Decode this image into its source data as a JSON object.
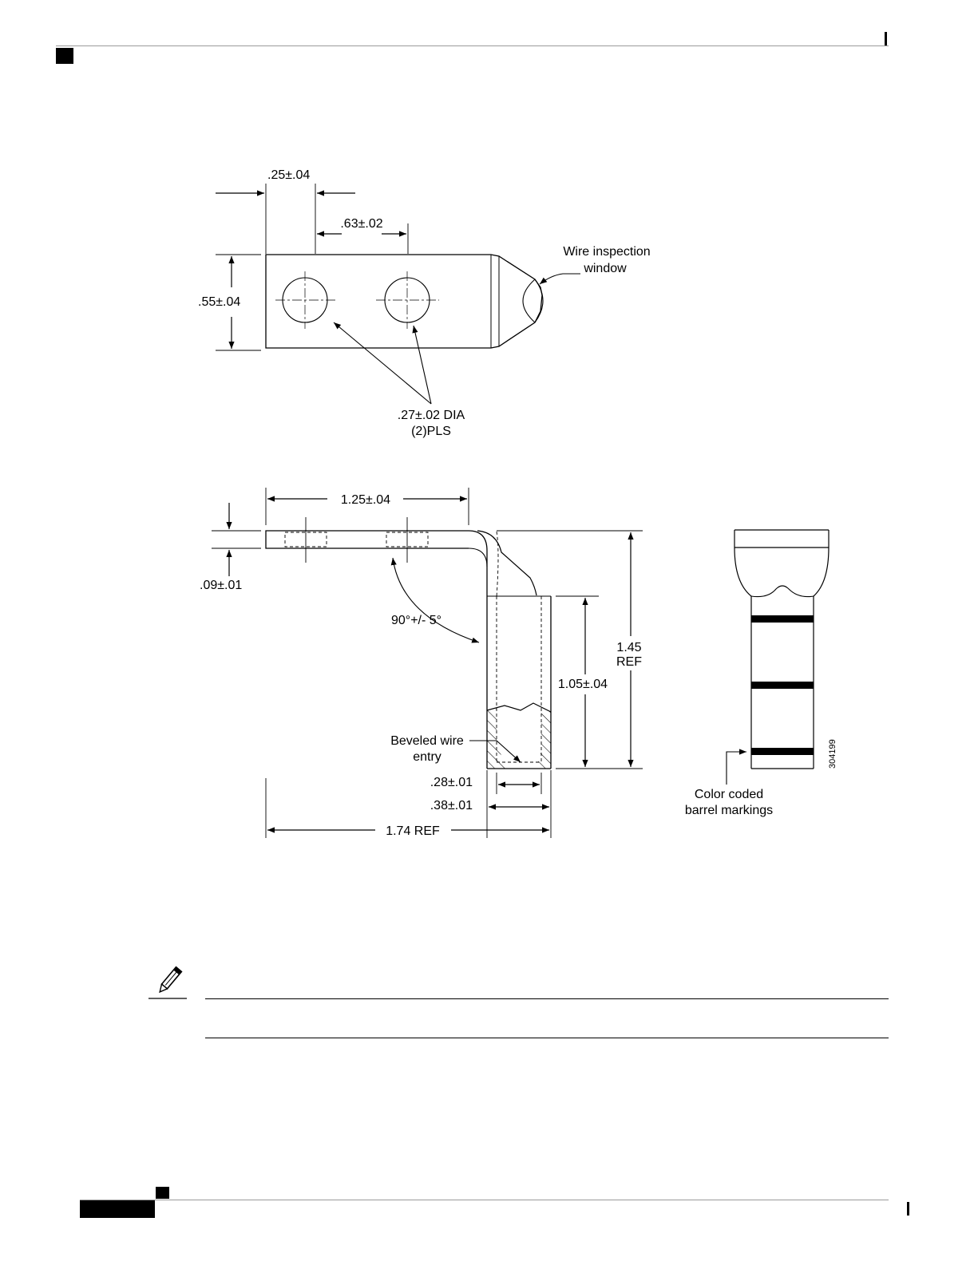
{
  "figure": {
    "id_label": "304199",
    "top_view": {
      "dim_end_offset": ".25±.04",
      "dim_hole_spacing": ".63±.02",
      "dim_width": ".55±.04",
      "hole_callout_line1": ".27±.02 DIA",
      "hole_callout_line2": "(2)PLS",
      "window_callout_line1": "Wire inspection",
      "window_callout_line2": "window"
    },
    "side_view": {
      "dim_tongue_length": "1.25±.04",
      "dim_thickness": ".09±.01",
      "angle": "90°+/- 5°",
      "dim_overall_height_line1": "1.45",
      "dim_overall_height_line2": "REF",
      "dim_barrel_length": "1.05±.04",
      "bevel_callout_line1": "Beveled wire",
      "bevel_callout_line2": "entry",
      "dim_inner_dia": ".28±.01",
      "dim_outer_dia": ".38±.01",
      "dim_overall_length": "1.74 REF"
    },
    "barrel_view": {
      "callout_line1": "Color coded",
      "callout_line2": "barrel markings"
    }
  }
}
